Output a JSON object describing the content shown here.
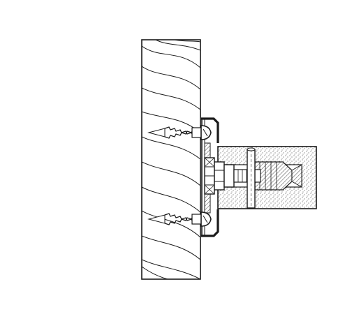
{
  "figure": {
    "kind": "technical-section-drawing",
    "subject": "shelf-bracket-fixing",
    "labels": [],
    "colors": {
      "ink": "#1a1a1a",
      "paper": "#ffffff",
      "wood_fill": "#ffffff",
      "shelf_fill": "#ffffff",
      "bracket": "#1a1a1a"
    },
    "parts": [
      {
        "id": "wall-section",
        "material": "wood",
        "hatch": "diagonal-grain"
      },
      {
        "id": "bracket-plate",
        "material": "metal"
      },
      {
        "id": "upper-wood-screw",
        "type": "screw"
      },
      {
        "id": "lower-wood-screw",
        "type": "screw"
      },
      {
        "id": "center-bolt",
        "type": "bolt-with-nut"
      },
      {
        "id": "shelf-board",
        "material": "particle-board",
        "hatch": "stipple"
      },
      {
        "id": "cross-dowel",
        "type": "dowel-pin"
      },
      {
        "id": "threaded-insert",
        "type": "insert"
      }
    ]
  }
}
